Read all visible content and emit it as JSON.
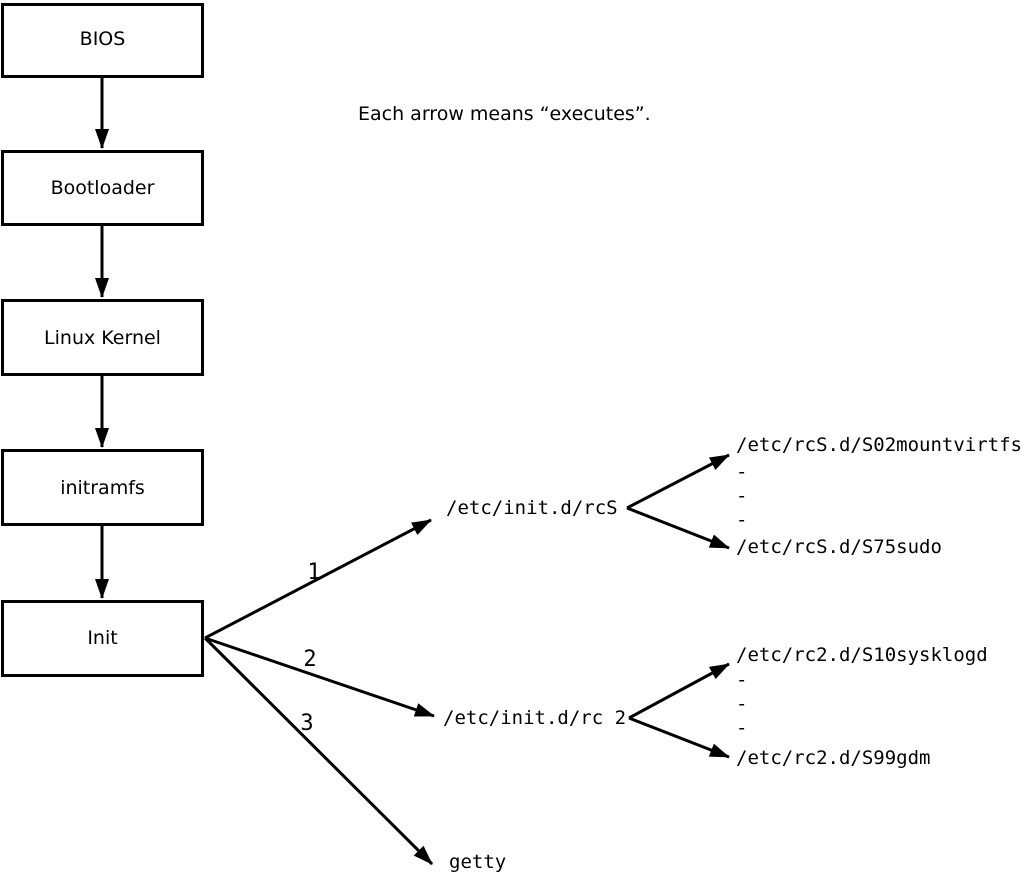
{
  "note": "Each arrow means “executes”.",
  "colors": {
    "ink": "#000000",
    "background": "#ffffff"
  },
  "boxes": [
    {
      "id": "bios",
      "label": "BIOS"
    },
    {
      "id": "bootloader",
      "label": "Bootloader"
    },
    {
      "id": "linux-kernel",
      "label": "Linux Kernel"
    },
    {
      "id": "initramfs",
      "label": "initramfs"
    },
    {
      "id": "init",
      "label": "Init"
    }
  ],
  "init_edges": [
    {
      "number": "1",
      "target": "/etc/init.d/rcS"
    },
    {
      "number": "2",
      "target": "/etc/init.d/rc 2"
    },
    {
      "number": "3",
      "target": "getty"
    }
  ],
  "rcS_scripts": {
    "first": "/etc/rcS.d/S02mountvirtfs",
    "ellipsis": [
      "-",
      "-",
      "-"
    ],
    "last": "/etc/rcS.d/S75sudo"
  },
  "rc2_scripts": {
    "first": "/etc/rc2.d/S10sysklogd",
    "ellipsis": [
      "-",
      "-",
      "-"
    ],
    "last": "/etc/rc2.d/S99gdm"
  }
}
